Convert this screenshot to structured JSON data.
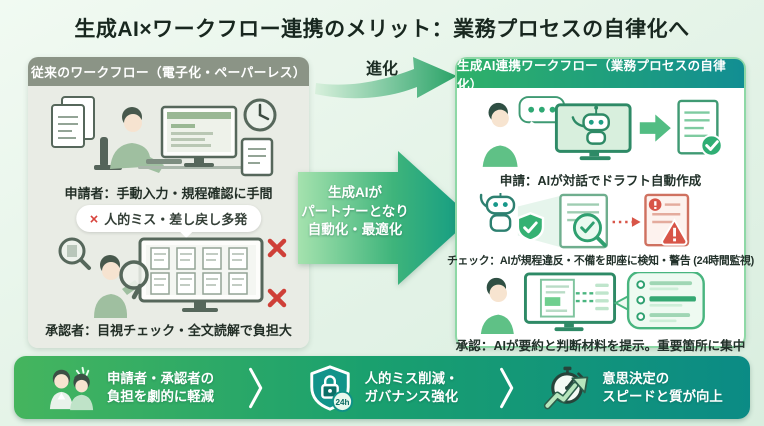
{
  "title": "生成AI×ワークフロー連携のメリット：業務プロセスの自律化へ",
  "legacy_panel": {
    "header": "従来のワークフロー（電子化・ペーパーレス）",
    "applicant_caption": "申請者：手動入力・規程確認に手間",
    "error_badge": {
      "mark": "×",
      "label": "人的ミス・差し戻し多発"
    },
    "approver_caption": "承認者：目視チェック・全文読解で負担大"
  },
  "transition": {
    "evolution_label": "進化",
    "arrow_text_lines": [
      "生成AIが",
      "パートナーとなり",
      "自動化・最適化"
    ]
  },
  "ai_panel": {
    "header": "生成AI連携ワークフロー（業務プロセスの自律化）",
    "steps": [
      {
        "caption": "申請：AIが対話でドラフト自動作成"
      },
      {
        "caption": "チェック：AIが規程違反・不備を即座に検知・警告 (24時間監視)"
      },
      {
        "caption": "承認：AIが要約と判断材料を提示。重要箇所に集中"
      }
    ]
  },
  "benefits": [
    {
      "icon": "people-icon",
      "line1": "申請者・承認者の",
      "line2": "負担を劇的に軽減"
    },
    {
      "icon": "shield-lock-icon",
      "badge": "24h",
      "line1": "人的ミス削減・",
      "line2": "ガバナンス強化"
    },
    {
      "icon": "stopwatch-growth-icon",
      "line1": "意思決定の",
      "line2": "スピードと質が向上"
    }
  ],
  "palette": {
    "background": "#e6f4e9",
    "title_text": "#18271f",
    "legacy_header_bg": "#8b9486",
    "legacy_body_bg": "#e9ece5",
    "ai_header_gradient": [
      "#2fb169",
      "#128e93"
    ],
    "transform_arrow_gradient": [
      "#a5e2ae",
      "#0f9a84"
    ],
    "banner_gradient": [
      "#45b55e",
      "#0b8b85"
    ],
    "error_red": "#d8433c"
  }
}
